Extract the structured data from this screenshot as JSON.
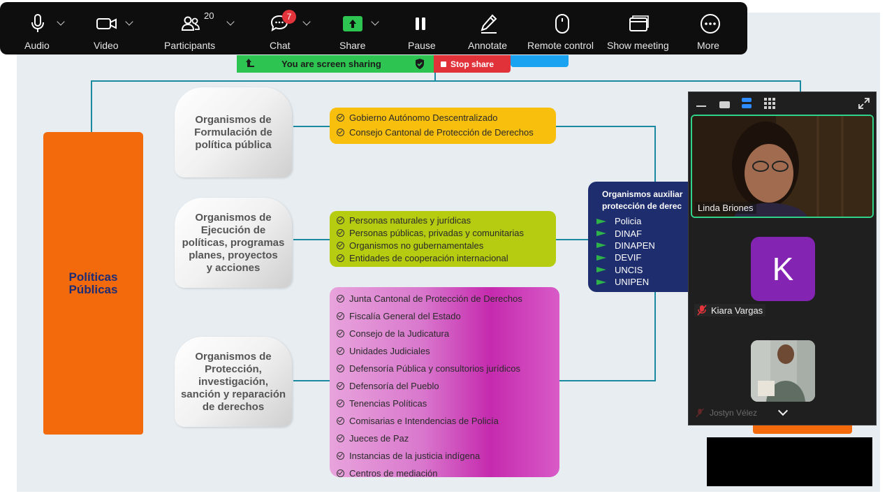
{
  "toolbar": {
    "items": [
      {
        "label": "Audio",
        "icon": "microphone-icon"
      },
      {
        "label": "Video",
        "icon": "video-camera-icon"
      },
      {
        "label": "Participants",
        "icon": "participants-icon"
      },
      {
        "label": "Chat",
        "icon": "chat-icon"
      },
      {
        "label": "Share",
        "icon": "share-screen-icon"
      },
      {
        "label": "Pause",
        "icon": "pause-icon"
      },
      {
        "label": "Annotate",
        "icon": "pencil-icon"
      },
      {
        "label": "Remote control",
        "icon": "mouse-icon"
      },
      {
        "label": "Show meeting",
        "icon": "window-icon"
      },
      {
        "label": "More",
        "icon": "more-dots-icon"
      }
    ],
    "participants_count": "20",
    "chat_badge": "7",
    "share_accent": "#2ec451"
  },
  "sharing": {
    "status_text": "You are screen sharing",
    "stop_label": "Stop share"
  },
  "slide": {
    "main_title": "Políticas\nPúblicas",
    "categories": [
      {
        "title": "Organismos de\nFormulación de\npolítica pública"
      },
      {
        "title": "Organismos de\nEjecución de\npolíticas, programas\nplanes, proyectos\ny acciones"
      },
      {
        "title": "Organismos de\nProtección,\ninvestigación,\nsanción y reparación\nde derechos"
      }
    ],
    "formulation_items": [
      "Gobierno Autónomo Descentralizado",
      "Consejo Cantonal de Protección de Derechos"
    ],
    "execution_items": [
      "Personas naturales y jurídicas",
      "Personas públicas, privadas y comunitarias",
      "Organismos no gubernamentales",
      "Entidades de cooperación internacional"
    ],
    "protection_items": [
      "Junta Cantonal de Protección de Derechos",
      "Fiscalía General del Estado",
      "Consejo de la Judicatura",
      "Unidades Judiciales",
      "Defensoría Pública y consultorios jurídicos",
      "Defensoría del Pueblo",
      "Tenencias Políticas",
      "Comisarias e Intendencias de Policía",
      "Jueces de Paz",
      "Instancias de la justicia indígena",
      "Centros de mediación"
    ],
    "auxiliary": {
      "title": "Organismos auxiliar\nprotección de derec",
      "items": [
        "Policia",
        "DINAF",
        "DINAPEN",
        "DEVIF",
        "UNCIS",
        "UNIPEN"
      ]
    },
    "colors": {
      "orange": "#f26a0c",
      "yellow": "#f8bf0c",
      "green": "#b5cc10",
      "pink": "#d24fc0",
      "navy": "#1e2d6e",
      "connector": "#1a8aa0"
    }
  },
  "video_panel": {
    "participants": [
      {
        "name": "Linda Briones",
        "state": "speaking"
      },
      {
        "name": "Kiara Vargas",
        "avatar_letter": "K",
        "muted": true
      },
      {
        "name": "Jostyn Vélez",
        "muted": true
      }
    ],
    "avatar_color": "#8424b3",
    "active_border": "#2fd38a"
  }
}
